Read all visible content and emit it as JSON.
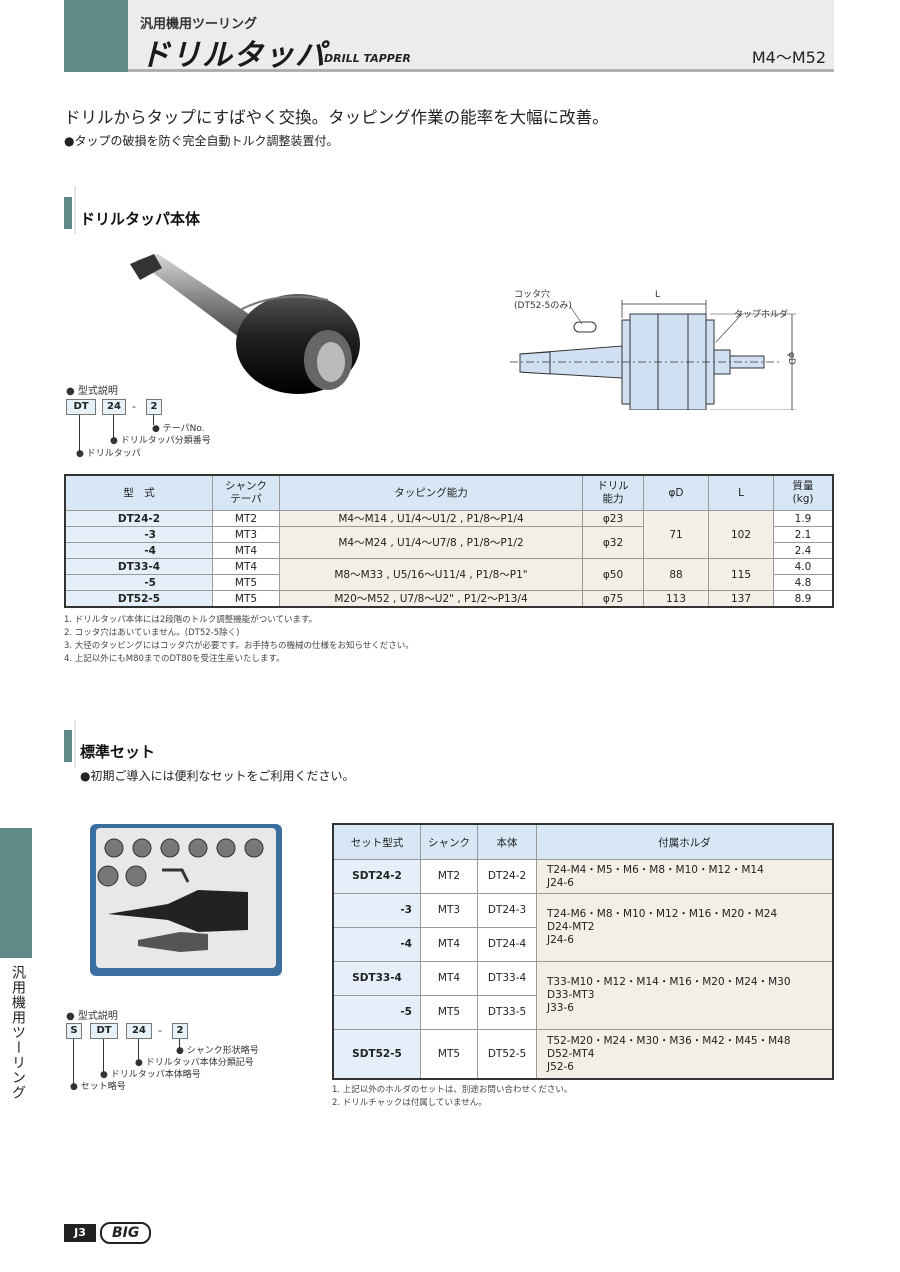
{
  "header": {
    "category": "汎用機用ツーリング",
    "title": "ドリルタッパ",
    "title_en": "DRILL TAPPER",
    "range": "M4～M52"
  },
  "lead": "ドリルからタップにすばやく交換。タッピング作業の能率を大幅に改善。",
  "feature": "●タップの破損を防ぐ完全自動トルク調整装置付。",
  "section1": {
    "title": "ドリルタッパ本体",
    "code_title": "● 型式説明",
    "code_parts": [
      "DT",
      "24",
      "2"
    ],
    "code_dash": "-",
    "code_labels": [
      "テーパNo.",
      "ドリルタッパ分類番号",
      "ドリルタッパ"
    ],
    "diagram": {
      "cotter": "コッタ穴",
      "cotter_note": "(DT52-5のみ)",
      "L": "L",
      "holder": "タップホルダ",
      "phiD": "φD"
    },
    "table": {
      "headers": [
        "型　式",
        "シャンク\nテーパ",
        "タッピング能力",
        "ドリル\n能力",
        "φD",
        "L",
        "質量\n(kg)"
      ],
      "models": [
        "DT24-2",
        "-3",
        "-4",
        "DT33-4",
        "-5",
        "DT52-5"
      ],
      "shanks": [
        "MT2",
        "MT3",
        "MT4",
        "MT4",
        "MT5",
        "MT5"
      ],
      "tapping": [
        "M4～M14 , U1/4～U1/2 , P1/8～P1/4",
        "M4～M24 , U1/4～U7/8 , P1/8～P1/2",
        "M8～M33 , U5/16～U11/4 , P1/8～P1\"",
        "M20～M52 , U7/8～U2\" , P1/2～P13/4"
      ],
      "drill": [
        "φ23",
        "φ32",
        "φ50",
        "φ75"
      ],
      "phiD": [
        "71",
        "88",
        "113"
      ],
      "L": [
        "102",
        "115",
        "137"
      ],
      "mass": [
        "1.9",
        "2.1",
        "2.4",
        "4.0",
        "4.8",
        "8.9"
      ]
    },
    "notes": [
      "1. ドリルタッパ本体には2段階のトルク調整機能がついています。",
      "2. コッタ穴はあいていません。(DT52-5除く)",
      "3. 大径のタッピングにはコッタ穴が必要です。お手持ちの機械の仕様をお知らせください。",
      "4. 上記以外にもM80までのDT80を受注生産いたします。"
    ]
  },
  "section2": {
    "title": "標準セット",
    "subtitle": "●初期ご導入には便利なセットをご利用ください。",
    "code_title": "● 型式説明",
    "code_parts": [
      "S",
      "DT",
      "24",
      "2"
    ],
    "code_dash": "-",
    "code_labels": [
      "シャンク形状略号",
      "ドリルタッパ本体分類記号",
      "ドリルタッパ本体略号",
      "セット略号"
    ],
    "table": {
      "headers": [
        "セット型式",
        "シャンク",
        "本体",
        "付属ホルダ"
      ],
      "models": [
        "SDT24-2",
        "-3",
        "-4",
        "SDT33-4",
        "-5",
        "SDT52-5"
      ],
      "shanks": [
        "MT2",
        "MT3",
        "MT4",
        "MT4",
        "MT5",
        "MT5"
      ],
      "bodies": [
        "DT24-2",
        "DT24-3",
        "DT24-4",
        "DT33-4",
        "DT33-5",
        "DT52-5"
      ],
      "holders": [
        "T24-M4・M5・M6・M8・M10・M12・M14\nJ24-6",
        "T24-M6・M8・M10・M12・M16・M20・M24\nD24-MT2\nJ24-6",
        "T33-M10・M12・M14・M16・M20・M24・M30\nD33-MT3\nJ33-6",
        "T52-M20・M24・M30・M36・M42・M45・M48\nD52-MT4\nJ52-6"
      ]
    },
    "notes": [
      "1. 上記以外のホルダのセットは、別途お問い合わせください。",
      "2. ドリルチャックは付属していません。"
    ]
  },
  "side_label": "汎用機用ツーリング",
  "page_number": "J3",
  "brand": "BIG",
  "colors": {
    "accent": "#5f8a87",
    "table_header": "#d7e7f6",
    "beige": "#f3efe6"
  }
}
